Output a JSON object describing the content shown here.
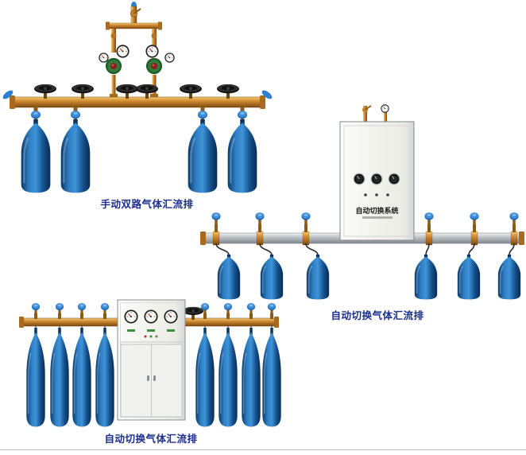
{
  "captions": {
    "manual_dual": "手动双路气体汇流排",
    "auto_right": "自动切换气体汇流排",
    "auto_bottom": "自动切换气体汇流排"
  },
  "cabinet": {
    "label": "自动切换系统"
  },
  "figures": {
    "manual_dual_cylinders": 4,
    "auto_right_cylinders": 6,
    "auto_bottom_cylinders": 8
  },
  "colors": {
    "caption_text": "#1b2e8c",
    "cylinder_blue": "#1e6fb8",
    "brass": "#c8802a",
    "aluminum_pipe": "#b4b9be",
    "cabinet_face": "#f5f5f1",
    "valve_black": "#111111",
    "cap_blue": "#2b7fd4"
  }
}
